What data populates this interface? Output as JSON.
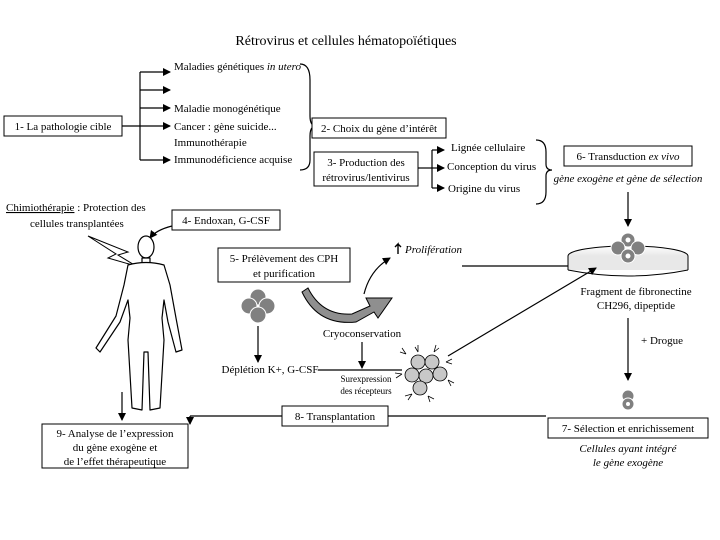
{
  "title": "Rétrovirus et cellules hématopoïétiques",
  "pathology": {
    "label": "1- La pathologie cible",
    "items": [
      {
        "text": "Maladies génétiques ",
        "italic": "in utero"
      },
      {
        "text": "Maladie monogénétique",
        "italic": ""
      },
      {
        "text": "Cancer : gène suicide...",
        "italic": ""
      },
      {
        "text": "Immunothérapie",
        "italic": ""
      },
      {
        "text": "Immunodéficience acquise",
        "italic": ""
      }
    ]
  },
  "gene_choice": "2- Choix du gène d’intérêt",
  "production": {
    "label_line1": "3- Production des",
    "label_line2": "rétrovirus/lentivirus",
    "items": [
      "Lignée cellulaire",
      "Conception du virus",
      "Origine du virus"
    ]
  },
  "transduction": {
    "label": "6- Transduction ",
    "label_italic": "ex vivo",
    "subtitle": "gène exogène et gène de sélection"
  },
  "chemo": {
    "underlined": "Chimiothérapie",
    "rest": " : Protection des",
    "line2": "cellules transplantées"
  },
  "endoxan": "4- Endoxan, G-CSF",
  "sampling": {
    "line1": "5- Prélèvement des CPH",
    "line2": "et purification"
  },
  "proliferation": "Prolifération",
  "fibronectin": {
    "line1": "Fragment de fibronectine",
    "line2": "CH296, dipeptide"
  },
  "cryo": "Cryoconservation",
  "drug": "+ Drogue",
  "depletion": "Déplétion K+, G-CSF",
  "overexpression": {
    "line1": "Surexpression",
    "line2": "des récepteurs"
  },
  "transplantation": "8- Transplantation",
  "selection": {
    "label": "7- Sélection et enrichissement",
    "note_line1": "Cellules ayant intégré",
    "note_line2": "le gène exogène"
  },
  "analysis": {
    "line1": "9- Analyse de l’expression",
    "line2": "du gène exogène et",
    "line3": "de l’effet thérapeutique"
  }
}
